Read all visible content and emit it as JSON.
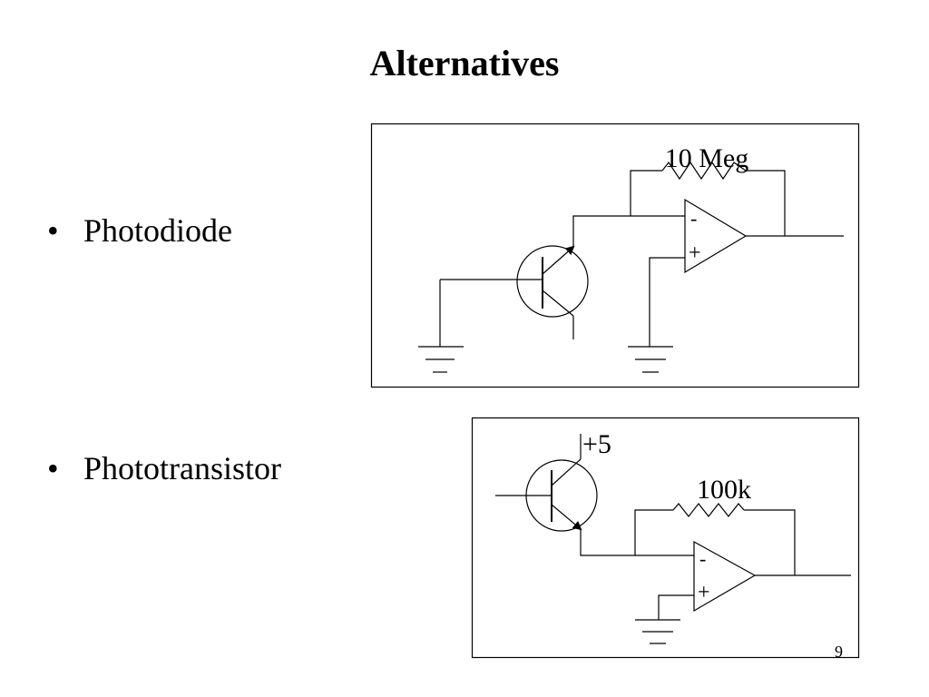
{
  "slide": {
    "title": "Alternatives",
    "bullets": [
      {
        "symbol": "•",
        "text": "Photodiode"
      },
      {
        "symbol": "•",
        "text": "Phototransistor"
      }
    ],
    "page_number": "9"
  },
  "circuit_top": {
    "resistor_label": "10 Meg",
    "opamp_minus": "-",
    "opamp_plus": "+"
  },
  "circuit_bottom": {
    "supply_label": "+5",
    "resistor_label": "100k",
    "opamp_minus": "-",
    "opamp_plus": "+"
  }
}
